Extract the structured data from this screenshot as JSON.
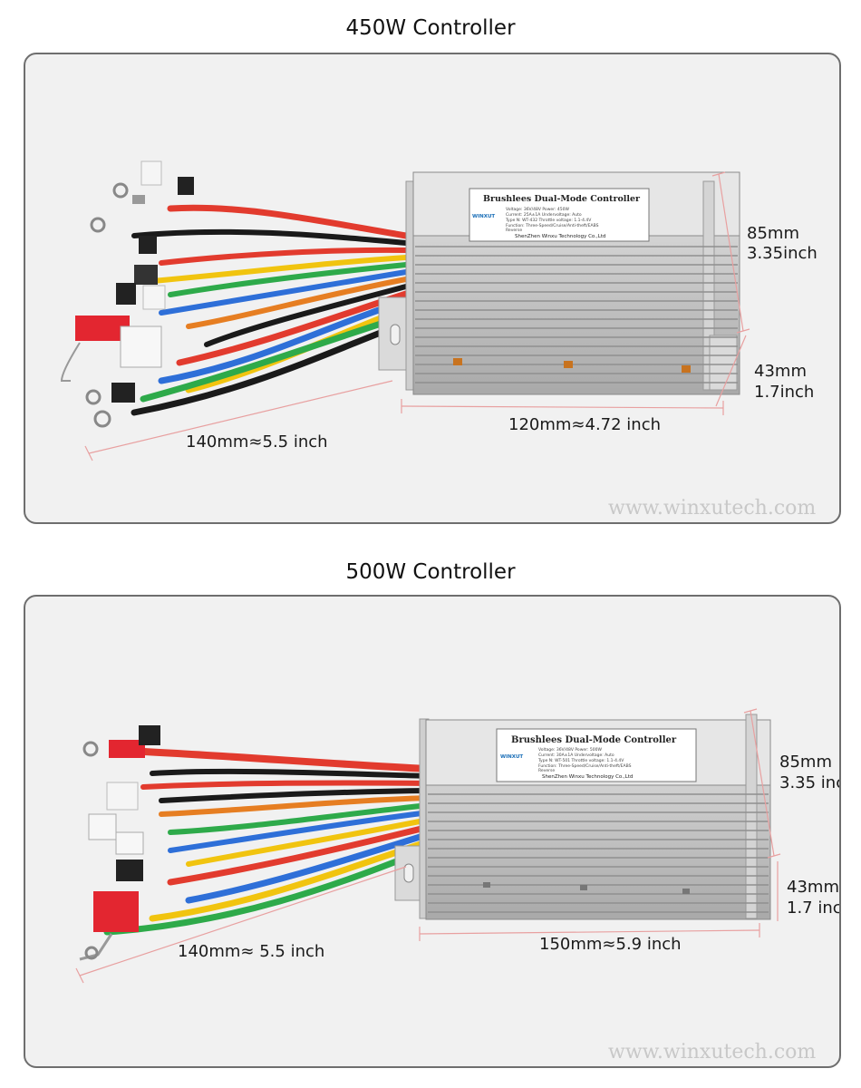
{
  "panels": [
    {
      "title": "450W Controller",
      "label": {
        "heading": "Brushlees Dual-Mode Controller",
        "logo": "WINXUT",
        "line1": "Voltage: 36V/48V   Power: 450W",
        "line2": "Current: 25A±1A   Undervoltage: Auto",
        "line3": "Type N: WT-432   Throttle voltage: 1.1-4.4V",
        "line4": "Function: Three-Speed/Cruise/Anti-theft/EABS",
        "line5": "Reverse",
        "maker": "ShenZhen Winxu Technology Co.,Ltd"
      },
      "height_mm": "85mm",
      "height_in": "3.35inch",
      "depth_mm": "43mm",
      "depth_in": "1.7inch",
      "body_length": "120mm≈4.72 inch",
      "wire_length": "140mm≈5.5 inch",
      "watermark": "www.winxutech.com"
    },
    {
      "title": "500W Controller",
      "label": {
        "heading": "Brushlees Dual-Mode Controller",
        "logo": "WINXUT",
        "line1": "Voltage: 36V/48V   Power: 500W",
        "line2": "Current: 30A±1A   Undervoltage: Auto",
        "line3": "Type N: WT-501   Throttle voltage: 1.1-4.4V",
        "line4": "Function: Three-Speed/Cruise/Anti-theft/EABS",
        "line5": "Reverse",
        "maker": "ShenZhen Winxu Technology Co.,Ltd"
      },
      "height_mm": "85mm",
      "height_in": "3.35 inc",
      "depth_mm": "43mm",
      "depth_in": "1.7 inc",
      "body_length": "150mm≈5.9 inch",
      "wire_length": "140mm≈ 5.5 inch",
      "watermark": "www.winxutech.com"
    }
  ],
  "colors": {
    "dimension_line": "#e8a0a0",
    "panel_border": "#6e6e6e",
    "housing": "#c9c9c9",
    "wires": [
      "#e23b2e",
      "#1a1a1a",
      "#f1c40f",
      "#2e6fd8",
      "#2eaa4a",
      "#e67e22",
      "#8e44ad",
      "#d35400"
    ]
  }
}
